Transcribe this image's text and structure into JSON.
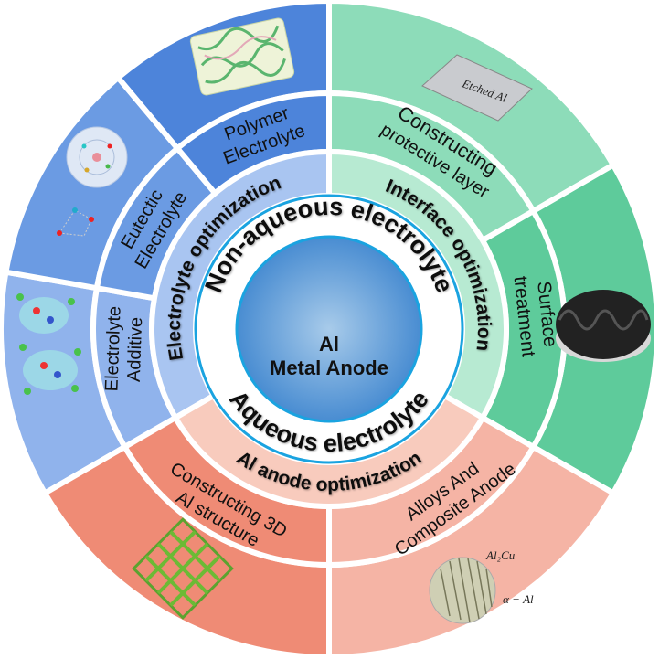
{
  "center": {
    "line1": "Al",
    "line2": "Metal Anode"
  },
  "electrolyte_ring": {
    "top": "Non-aqueous electrolyte",
    "bottom": "Aqueous electrolyte"
  },
  "categories": [
    {
      "label": "Electrolyte optimization",
      "color": "#a9c5f1"
    },
    {
      "label": "Interface optimization",
      "color": "#b7ead2"
    },
    {
      "label": "Al anode optimization",
      "color": "#f8cbbd"
    }
  ],
  "strategies": {
    "polymer": {
      "line1": "Polymer",
      "line2": "Electrolyte",
      "color": "#4d84da"
    },
    "eutectic": {
      "line1": "Eutectic",
      "line2": "Electrolyte",
      "color": "#6b9be3"
    },
    "additive": {
      "line1": "Electrolyte",
      "line2": "Additive",
      "color": "#90b3ec"
    },
    "protective": {
      "line1": "Constructing",
      "line2": "protective layer",
      "color": "#8ddcb9"
    },
    "surface": {
      "line1": "Surface",
      "line2": "treatment",
      "color": "#5ecb9b"
    },
    "structure3d": {
      "line1": "Constructing 3D",
      "line2": "Al structure",
      "color": "#ef8b75"
    },
    "alloys": {
      "line1": "Alloys And",
      "line2": "Composite Anode",
      "color": "#f5b4a5"
    }
  },
  "image_labels": {
    "etched": "Etched Al",
    "al2cu": "Al₂Cu",
    "alpha_al": "α − Al"
  }
}
